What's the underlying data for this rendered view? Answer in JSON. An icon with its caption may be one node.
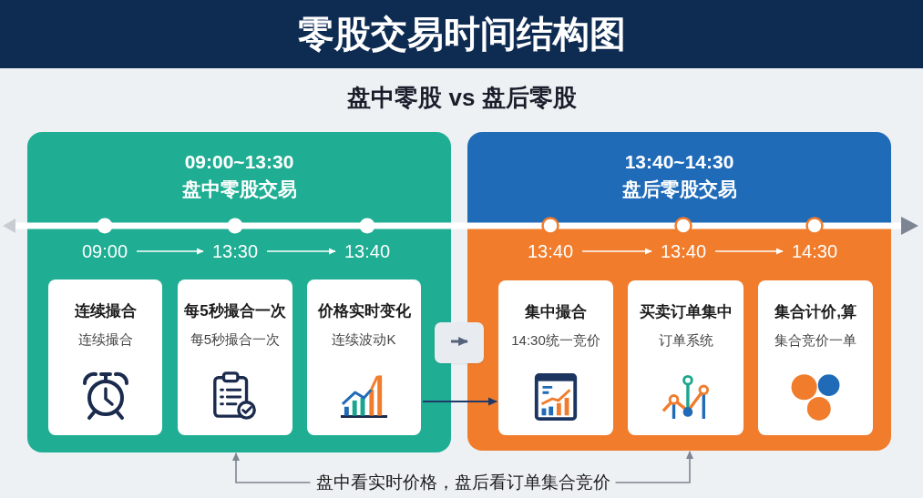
{
  "diagram": {
    "title": "零股交易时间结构图",
    "nodes": [
      {
        "text": [
          "09:00~13:30",
          "盘中零股交易"
        ]
      },
      {
        "text": [
          "09:00"
        ],
        "in": 0
      },
      {
        "text": [
          "13:30"
        ],
        "in": 0
      },
      {
        "text": [
          "13:40"
        ],
        "in": 0
      },
      {
        "text": [
          "连续撮合",
          "连续撮合"
        ],
        "in": 0
      },
      {
        "text": [
          "每5秒撮合一次",
          "每5秒撮合一次"
        ],
        "in": 0
      },
      {
        "text": [
          "价格实时变化",
          "连续波动K"
        ],
        "in": 0
      },
      {
        "text": [
          "13:40~14:30",
          "盘后零股交易"
        ]
      },
      {
        "text": [
          "13:40"
        ],
        "in": 7
      },
      {
        "text": [
          "13:40"
        ],
        "in": 7
      },
      {
        "text": [
          "14:30"
        ],
        "in": 7
      },
      {
        "text": [
          "集中撮合",
          "14:30统一竞价"
        ],
        "in": 7
      },
      {
        "text": [
          "买卖订单集中",
          "订单系统"
        ],
        "in": 7
      },
      {
        "text": [
          "集合计价,算",
          "集合竞价一单"
        ],
        "in": 7
      },
      {
        "text": [
          "盘中看实时价格，盘后看订单集合竞价"
        ]
      }
    ],
    "edges": [
      {
        "from": 1,
        "to": 2,
        "arrow": "to"
      },
      {
        "from": 2,
        "to": 3,
        "arrow": "to"
      },
      {
        "from": 8,
        "to": 9,
        "arrow": "to"
      },
      {
        "from": 9,
        "to": 10,
        "arrow": "to"
      },
      {
        "from": 0,
        "to": 7,
        "arrow": "to",
        "color": "#56627a"
      },
      {
        "from": 6,
        "to": 11,
        "arrow": "to",
        "color": "#1e3a6a"
      },
      {
        "from": 14,
        "to": 0,
        "arrow": "to",
        "color": "#7d8591"
      },
      {
        "from": 14,
        "to": 7,
        "arrow": "to",
        "color": "#7d8591"
      }
    ],
    "labels": [
      "盘中零股 vs 盘后零股"
    ]
  }
}
